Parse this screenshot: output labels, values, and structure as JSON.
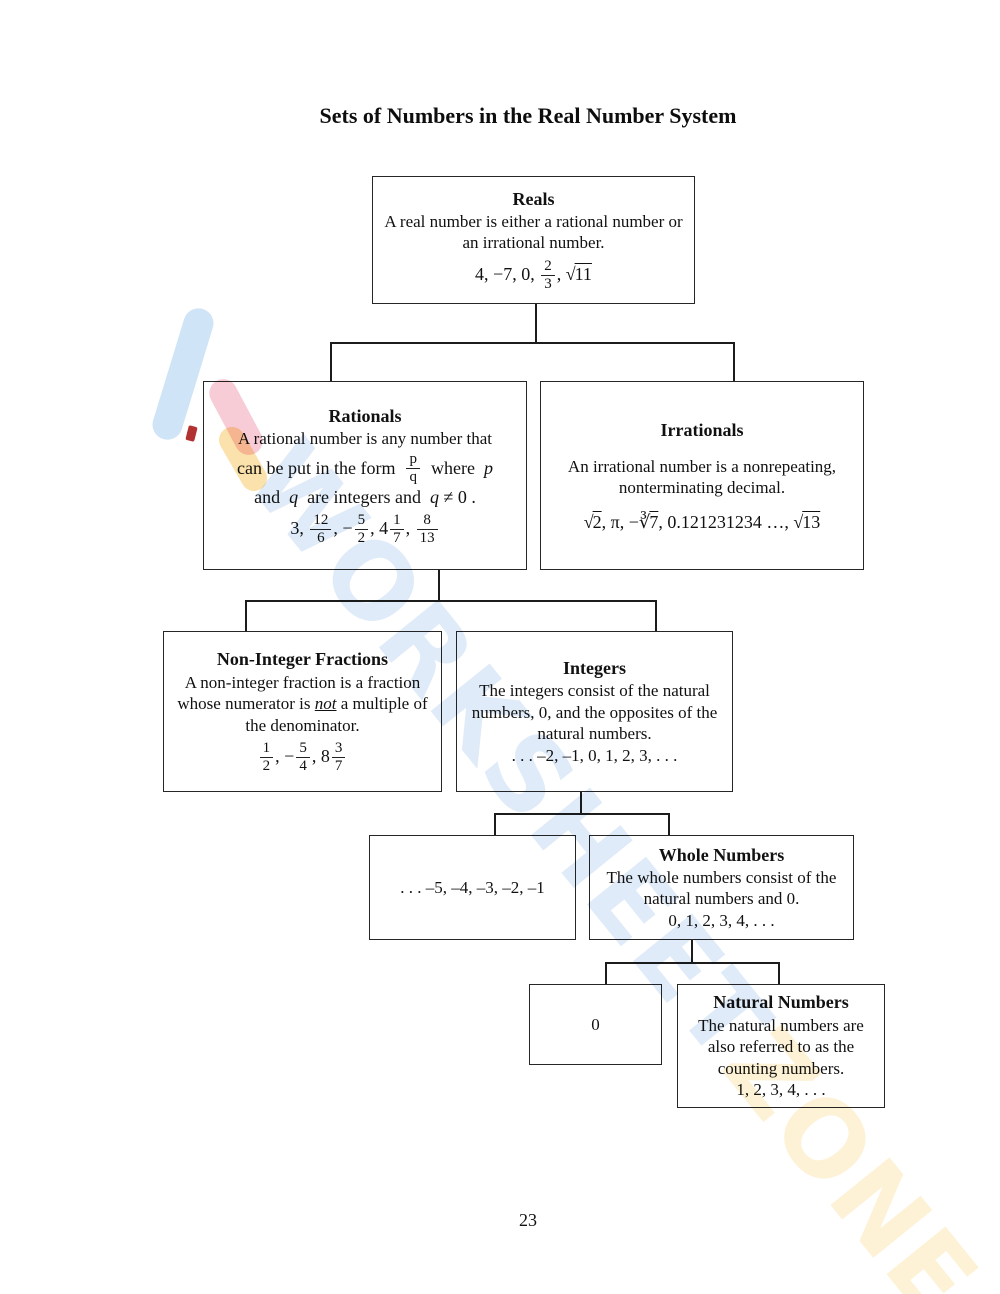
{
  "page": {
    "title": "Sets of Numbers in the Real Number System",
    "page_number": "23"
  },
  "watermark": {
    "text_blue": "WORKSHEET",
    "text_yellow": "ZONE",
    "color_blue": "#dfebf8",
    "color_yellow": "#fdf2d6",
    "logo_colors": {
      "blue": "#cfe4f6",
      "pink": "#f8ccd6",
      "yellow": "#fbe2ac",
      "red": "#b23232"
    }
  },
  "boxes": {
    "reals": {
      "title": "Reals",
      "body": "A real number is either a rational number or an irrational number.",
      "example": [
        {
          "t": "t",
          "v": "4, −7, 0, "
        },
        {
          "t": "f",
          "n": "2",
          "d": "3"
        },
        {
          "t": "t",
          "v": ", "
        },
        {
          "t": "r",
          "v": "11"
        }
      ]
    },
    "rationals": {
      "title": "Rationals",
      "line1": "A rational number is any number that",
      "line2": [
        {
          "t": "t",
          "v": "can be put in the form  "
        },
        {
          "t": "f",
          "n": "p",
          "d": "q"
        },
        {
          "t": "t",
          "v": "  where  "
        },
        {
          "t": "i",
          "v": "p"
        }
      ],
      "line3": [
        {
          "t": "t",
          "v": "and  "
        },
        {
          "t": "i",
          "v": "q"
        },
        {
          "t": "t",
          "v": "  are integers and  "
        },
        {
          "t": "i",
          "v": "q"
        },
        {
          "t": "t",
          "v": " ≠ 0 ."
        }
      ],
      "example": [
        {
          "t": "t",
          "v": "3, "
        },
        {
          "t": "f",
          "n": "12",
          "d": "6"
        },
        {
          "t": "t",
          "v": ", −"
        },
        {
          "t": "f",
          "n": "5",
          "d": "2"
        },
        {
          "t": "t",
          "v": ", 4"
        },
        {
          "t": "f",
          "n": "1",
          "d": "7"
        },
        {
          "t": "t",
          "v": ", "
        },
        {
          "t": "f",
          "n": "8",
          "d": "13"
        }
      ]
    },
    "irrationals": {
      "title": "Irrationals",
      "body": "An irrational number is a nonrepeating, nonterminating decimal.",
      "example": [
        {
          "t": "r",
          "v": "2"
        },
        {
          "t": "t",
          "v": ", π, −"
        },
        {
          "t": "r3",
          "v": "7"
        },
        {
          "t": "t",
          "v": ", 0.121231234 …, "
        },
        {
          "t": "r",
          "v": "13"
        }
      ]
    },
    "non_integer_fractions": {
      "title": "Non-Integer Fractions",
      "body_pre": "A non-integer fraction is a fraction whose numerator is ",
      "body_not": "not",
      "body_post": " a multiple of the denominator.",
      "example": [
        {
          "t": "f",
          "n": "1",
          "d": "2"
        },
        {
          "t": "t",
          "v": ", −"
        },
        {
          "t": "f",
          "n": "5",
          "d": "4"
        },
        {
          "t": "t",
          "v": ", 8"
        },
        {
          "t": "f",
          "n": "3",
          "d": "7"
        }
      ]
    },
    "integers": {
      "title": "Integers",
      "body": "The integers consist of the natural numbers, 0, and the opposites of the natural numbers.",
      "example": ". . . –2, –1, 0, 1, 2, 3, . . ."
    },
    "negatives": {
      "body": ". . . –5, –4, –3, –2, –1"
    },
    "whole_numbers": {
      "title": "Whole Numbers",
      "body": "The whole numbers consist of the natural numbers and 0.",
      "example": "0, 1, 2, 3, 4, . . ."
    },
    "zero": {
      "body": "0"
    },
    "natural_numbers": {
      "title": "Natural Numbers",
      "body": "The natural numbers are also referred to as the counting numbers.",
      "example": "1, 2, 3, 4, . . ."
    }
  }
}
